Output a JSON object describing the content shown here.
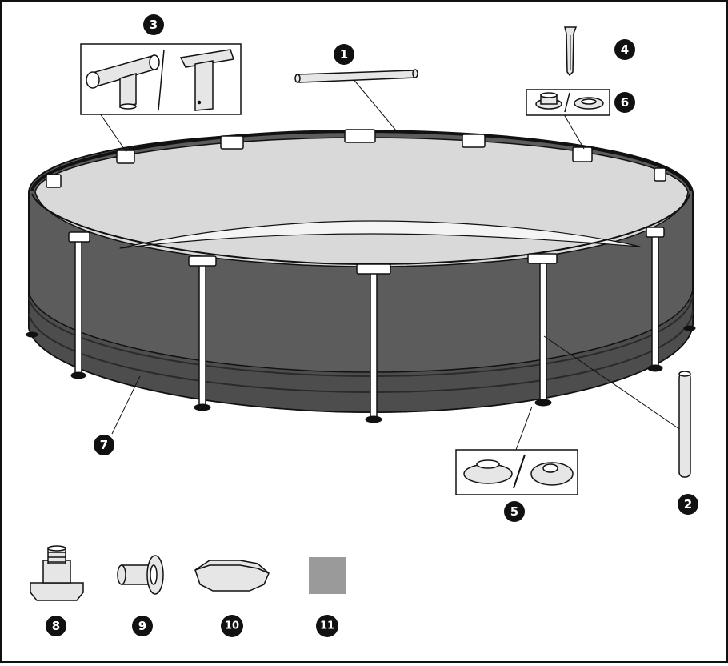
{
  "diagram": {
    "colors": {
      "background": "#ffffff",
      "outline": "#111111",
      "liner_wall": "#5c5c5c",
      "liner_wall_dark": "#474747",
      "water_surface": "#d9d9d9",
      "part_fill": "#e6e6e6",
      "swatch": "#9a9a9a",
      "badge": "#111111",
      "badge_text": "#ffffff"
    },
    "parts": [
      {
        "id": "p1",
        "number": "1"
      },
      {
        "id": "p2",
        "number": "2"
      },
      {
        "id": "p3",
        "number": "3"
      },
      {
        "id": "p4",
        "number": "4"
      },
      {
        "id": "p5",
        "number": "5"
      },
      {
        "id": "p6",
        "number": "6"
      },
      {
        "id": "p7",
        "number": "7"
      },
      {
        "id": "p8",
        "number": "8"
      },
      {
        "id": "p9",
        "number": "9"
      },
      {
        "id": "p10",
        "number": "10"
      },
      {
        "id": "p11",
        "number": "11"
      }
    ]
  }
}
